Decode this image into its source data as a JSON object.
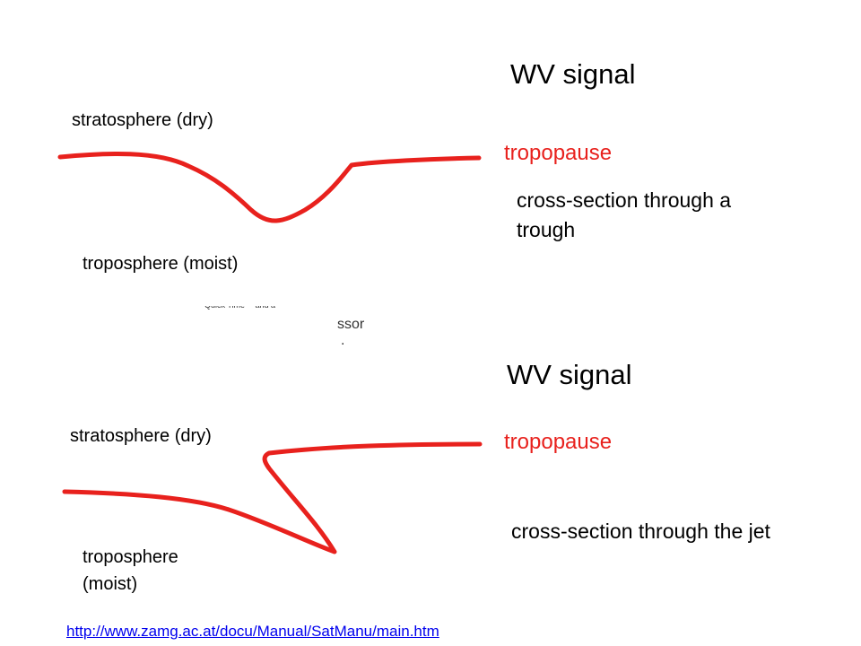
{
  "diagram_top": {
    "title": "WV signal",
    "stratosphere_label": "stratosphere (dry)",
    "tropopause_label": "tropopause",
    "troposphere_label": "troposphere (moist)",
    "caption": "cross-section through a trough"
  },
  "diagram_bottom": {
    "title": "WV signal",
    "stratosphere_label": "stratosphere (dry)",
    "tropopause_label": "tropopause",
    "troposphere_label_line1": "troposphere",
    "troposphere_label_line2": "(moist)",
    "caption": "cross-section through the jet"
  },
  "artifacts": {
    "fragment_1": "Quick Time™ and a",
    "fragment_2": "ssor",
    "fragment_3": "."
  },
  "source_link": "http://www.zamg.ac.at/docu/Manual/SatManu/main.htm",
  "colors": {
    "tropopause": "#e8211d",
    "link": "#0000ee",
    "text": "#000000",
    "background": "#ffffff"
  }
}
